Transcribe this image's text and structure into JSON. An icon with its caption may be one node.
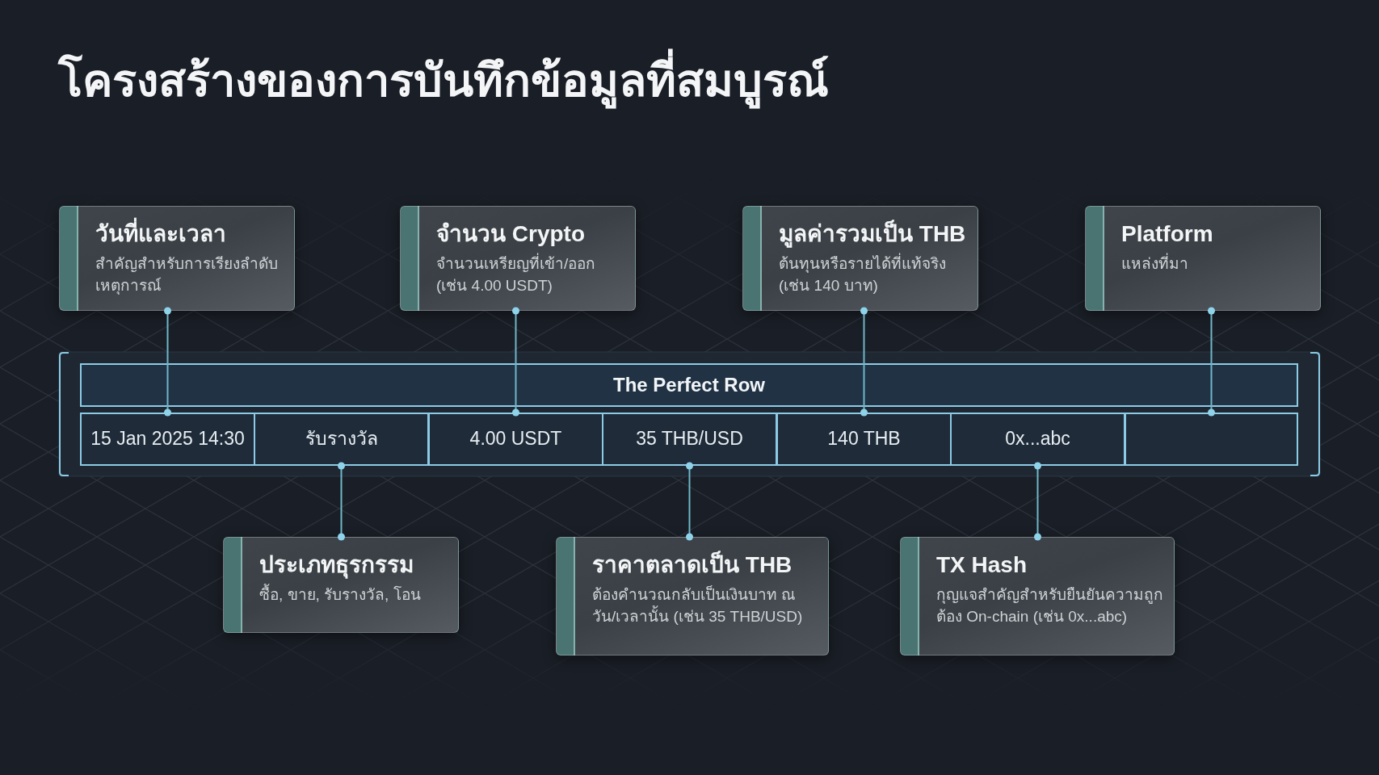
{
  "diagram": {
    "title": "โครงสร้างของการบันทึกข้อมูลที่สมบูรณ์",
    "nodes": [
      {
        "text": [
          "วันที่และเวลา",
          "สำคัญสำหรับการเรียงลำดับเหตุการณ์"
        ]
      },
      {
        "text": [
          "จำนวน Crypto",
          "จำนวนเหรียญที่เข้า/ออก (เช่น 4.00 USDT)"
        ]
      },
      {
        "text": [
          "มูลค่ารวมเป็น THB",
          "ต้นทุนหรือรายได้ที่แท้จริง (เช่น 140 บาท)"
        ]
      },
      {
        "text": [
          "Platform",
          "แหล่งที่มา"
        ]
      },
      {
        "text": [
          "The Perfect Row"
        ]
      },
      {
        "text": [
          "15 Jan 2025 14:30"
        ]
      },
      {
        "text": [
          "รับรางวัล"
        ]
      },
      {
        "text": [
          "4.00 USDT"
        ]
      },
      {
        "text": [
          "35 THB/USD"
        ]
      },
      {
        "text": [
          "140 THB"
        ]
      },
      {
        "text": [
          "0x...abc"
        ]
      },
      {
        "text": [],
        "shape": "box"
      },
      {
        "text": [
          "ประเภทธุรกรรม",
          "ซื้อ, ขาย, รับรางวัล, โอน"
        ]
      },
      {
        "text": [
          "ราคาตลาดเป็น THB",
          "ต้องคำนวณกลับเป็นเงินบาท ณ วัน/เวลานั้น (เช่น 35 THB/USD)"
        ]
      },
      {
        "text": [
          "TX Hash",
          "กุญแจสำคัญสำหรับยืนยันความถูกต้อง On-chain (เช่น 0x...abc)"
        ]
      }
    ],
    "edges": [
      {
        "from": 0,
        "to": 5,
        "arrow": "other"
      },
      {
        "from": 1,
        "to": 7,
        "arrow": "other"
      },
      {
        "from": 2,
        "to": 9,
        "arrow": "other"
      },
      {
        "from": 3,
        "to": 11,
        "arrow": "other"
      },
      {
        "from": 12,
        "to": 6,
        "arrow": "other"
      },
      {
        "from": 13,
        "to": 8,
        "arrow": "other"
      },
      {
        "from": 14,
        "to": 10,
        "arrow": "other"
      }
    ]
  }
}
